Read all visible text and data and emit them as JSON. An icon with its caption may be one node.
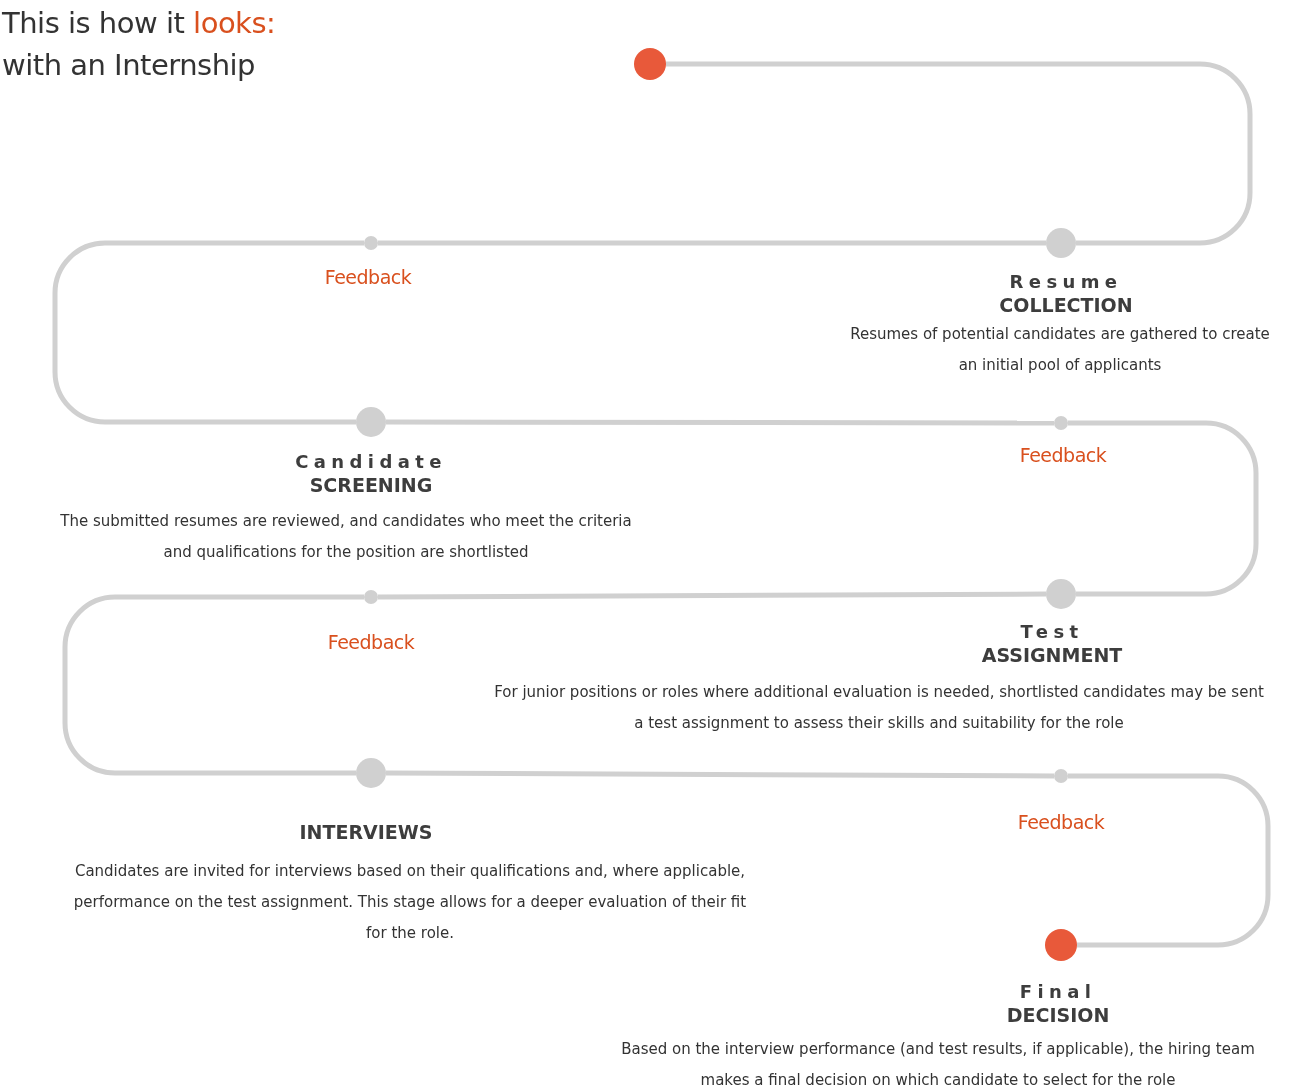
{
  "diagram": {
    "title": "This is how it **looks:** with an Internship",
    "nodes": [
      {
        "text": [],
        "shape": "circle"
      },
      {
        "text": [],
        "shape": "circle",
        "beside": [
          "Resume COLLECTION",
          "Resumes of potential candidates are gathered to create an initial pool of applicants"
        ]
      },
      {
        "text": [],
        "shape": "circle",
        "beside": [
          "Feedback"
        ]
      },
      {
        "text": [],
        "shape": "circle",
        "beside": [
          "Candidate SCREENING",
          "The submitted resumes are reviewed, and candidates who meet the criteria and qualifications for the position are shortlisted"
        ]
      },
      {
        "text": [],
        "shape": "circle",
        "beside": [
          "Feedback"
        ]
      },
      {
        "text": [],
        "shape": "circle",
        "beside": [
          "Test ASSIGNMENT",
          "For junior positions or roles where additional evaluation is needed, shortlisted candidates may be sent a test assignment to assess their skills and suitability for the role"
        ]
      },
      {
        "text": [],
        "shape": "circle",
        "beside": [
          "Feedback"
        ]
      },
      {
        "text": [],
        "shape": "circle",
        "beside": [
          "INTERVIEWS",
          "Candidates are invited for interviews based on their qualifications and, where applicable, performance on the test assignment. This stage allows for a deeper evaluation of their fit for the role."
        ]
      },
      {
        "text": [],
        "shape": "circle",
        "beside": [
          "Feedback"
        ]
      },
      {
        "text": [],
        "shape": "circle",
        "beside": [
          "Final DECISION",
          "Based on the interview performance (and test results, if applicable), the hiring team makes a final decision on which candidate to select for the role"
        ]
      }
    ],
    "edges": [
      {
        "from": 0,
        "to": 1,
        "arrow": "none"
      },
      {
        "from": 1,
        "to": 2,
        "arrow": "none"
      },
      {
        "from": 2,
        "to": 3,
        "arrow": "none"
      },
      {
        "from": 3,
        "to": 4,
        "arrow": "none"
      },
      {
        "from": 4,
        "to": 5,
        "arrow": "none"
      },
      {
        "from": 5,
        "to": 6,
        "arrow": "none"
      },
      {
        "from": 6,
        "to": 7,
        "arrow": "none"
      },
      {
        "from": 7,
        "to": 8,
        "arrow": "none"
      },
      {
        "from": 8,
        "to": 9,
        "arrow": "none"
      }
    ]
  }
}
